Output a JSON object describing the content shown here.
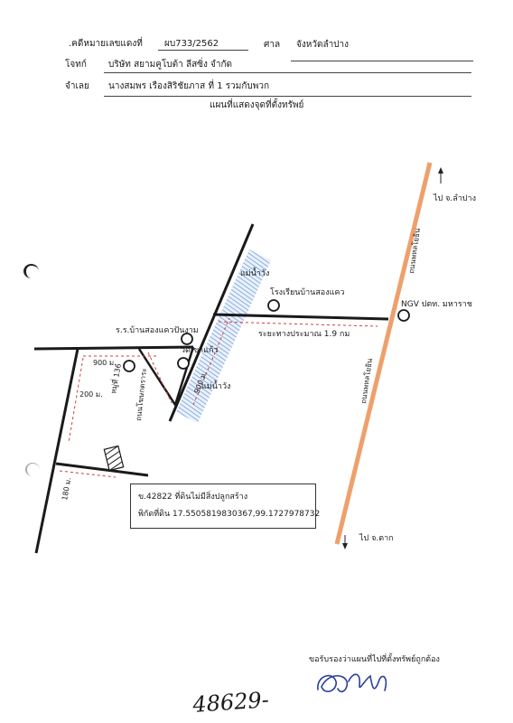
{
  "header": {
    "case_label": ".คดีหมายเลขแดงที่",
    "case_number": "ผบ733/2562",
    "court_label": "ศาล",
    "court_value": "จังหวัดลำปาง",
    "plaintiff_label": "โจทก์",
    "plaintiff_value": "บริษัท สยามคูโบต้า ลีสซิ่ง จำกัด",
    "defendant_label": "จำเลย",
    "defendant_value": "นางสมพร เรืองสิริชัยภาส ที่ 1 รวมกับพวก",
    "title": "แผนที่แสดงจุดที่ตั้งทรัพย์"
  },
  "map": {
    "north_label": "ไป จ.ลำปาง",
    "south_label": "ไป จ.ตาก",
    "highway_upper": "ถนนพหลโยธิน",
    "highway_lower": "ถนนพหลโยธิน",
    "river_upper": "แม่น้ำวัง",
    "river_lower": "แม่น้ำวัง",
    "school": "โรงเรียนบ้านสองแคว",
    "school_2": "ร.ร.บ้านสองแควปันงาม",
    "temple": "วัดเขาแก้ว",
    "ngv": "NGV ปตท. มหาราช",
    "distance": "ระยะทางประมาณ 1.9 กม",
    "dist_900a": "900 ม.",
    "dist_900b": "900 ม.",
    "moo_label": "หมู่ที่ 136",
    "street_label": "ถนนโฆษกตราระ",
    "dist_200": "200 ม.",
    "dist_180": "180 ม."
  },
  "info": {
    "line1": "ข.42822 ที่ดินไม่มีสิ่งปลูกสร้าง",
    "line2": "พิกัดที่ดิน 17.5505819830367,99.1727978732"
  },
  "footer": {
    "note": "ขอรับรองว่าแผนที่ไปที่ตั้งทรัพย์ถูกต้อง",
    "handwritten_number": "48629-"
  }
}
